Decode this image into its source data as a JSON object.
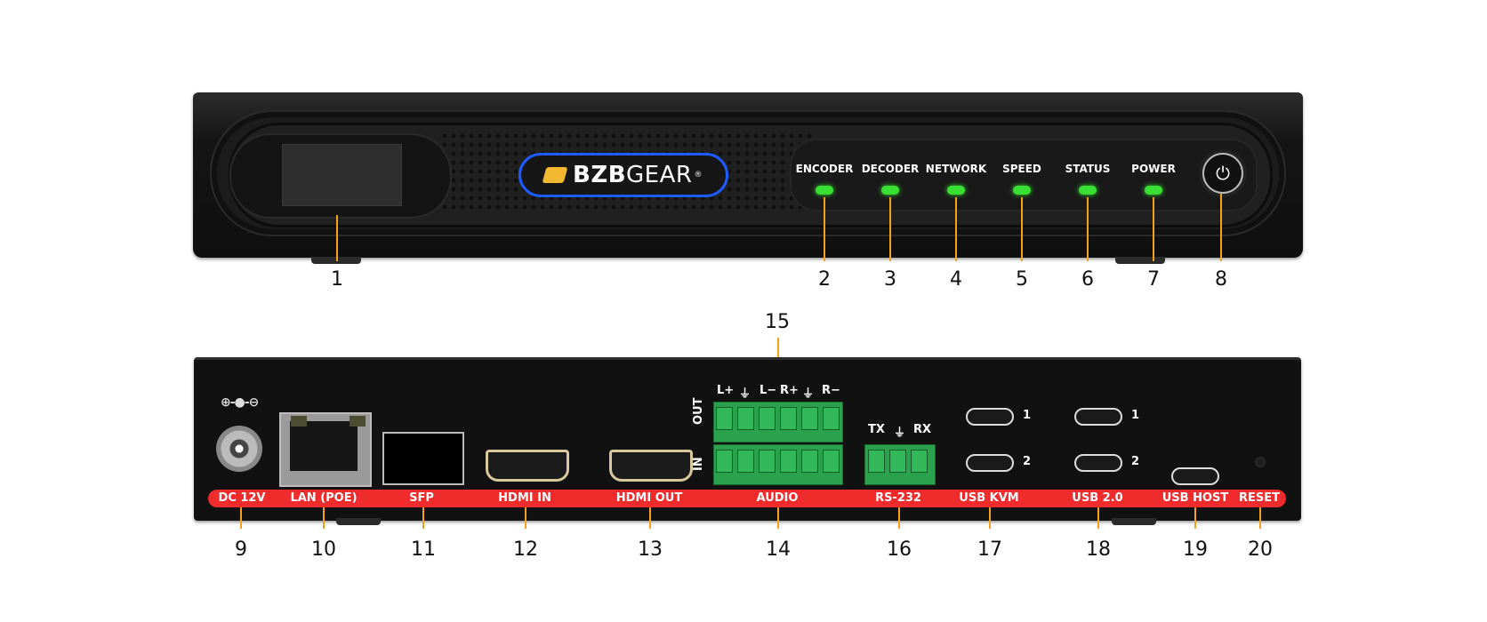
{
  "front": {
    "brand_a": "BZB",
    "brand_b": "GEAR",
    "brand_reg": "®",
    "leds": [
      {
        "label": "ENCODER"
      },
      {
        "label": "DECODER"
      },
      {
        "label": "NETWORK"
      },
      {
        "label": "SPEED"
      },
      {
        "label": "STATUS"
      },
      {
        "label": "POWER"
      }
    ],
    "callouts": [
      "1",
      "2",
      "3",
      "4",
      "5",
      "6",
      "7",
      "8"
    ]
  },
  "rear": {
    "dc_symbol": "⊕-●-⊖",
    "labels": [
      "DC 12V",
      "LAN (POE)",
      "SFP",
      "HDMI IN",
      "HDMI OUT",
      "AUDIO",
      "RS-232",
      "USB KVM",
      "USB 2.0",
      "USB HOST",
      "RESET"
    ],
    "audio_pins": [
      "L+",
      "⏚",
      "L−",
      "R+",
      "⏚",
      "R−"
    ],
    "audio_rows": [
      "OUT",
      "IN"
    ],
    "rs232_pins": [
      "TX",
      "⏚",
      "RX"
    ],
    "usb_numbers": [
      "1",
      "2"
    ],
    "callouts": [
      "9",
      "10",
      "11",
      "12",
      "13",
      "14",
      "15",
      "16",
      "17",
      "18",
      "19",
      "20"
    ]
  },
  "colors": {
    "accent_leader": "#f2a21b",
    "label_bar": "#ef2b2b",
    "led_green": "#39e033",
    "logo_ring": "#1f5cff",
    "logo_mark": "#f2b830"
  }
}
